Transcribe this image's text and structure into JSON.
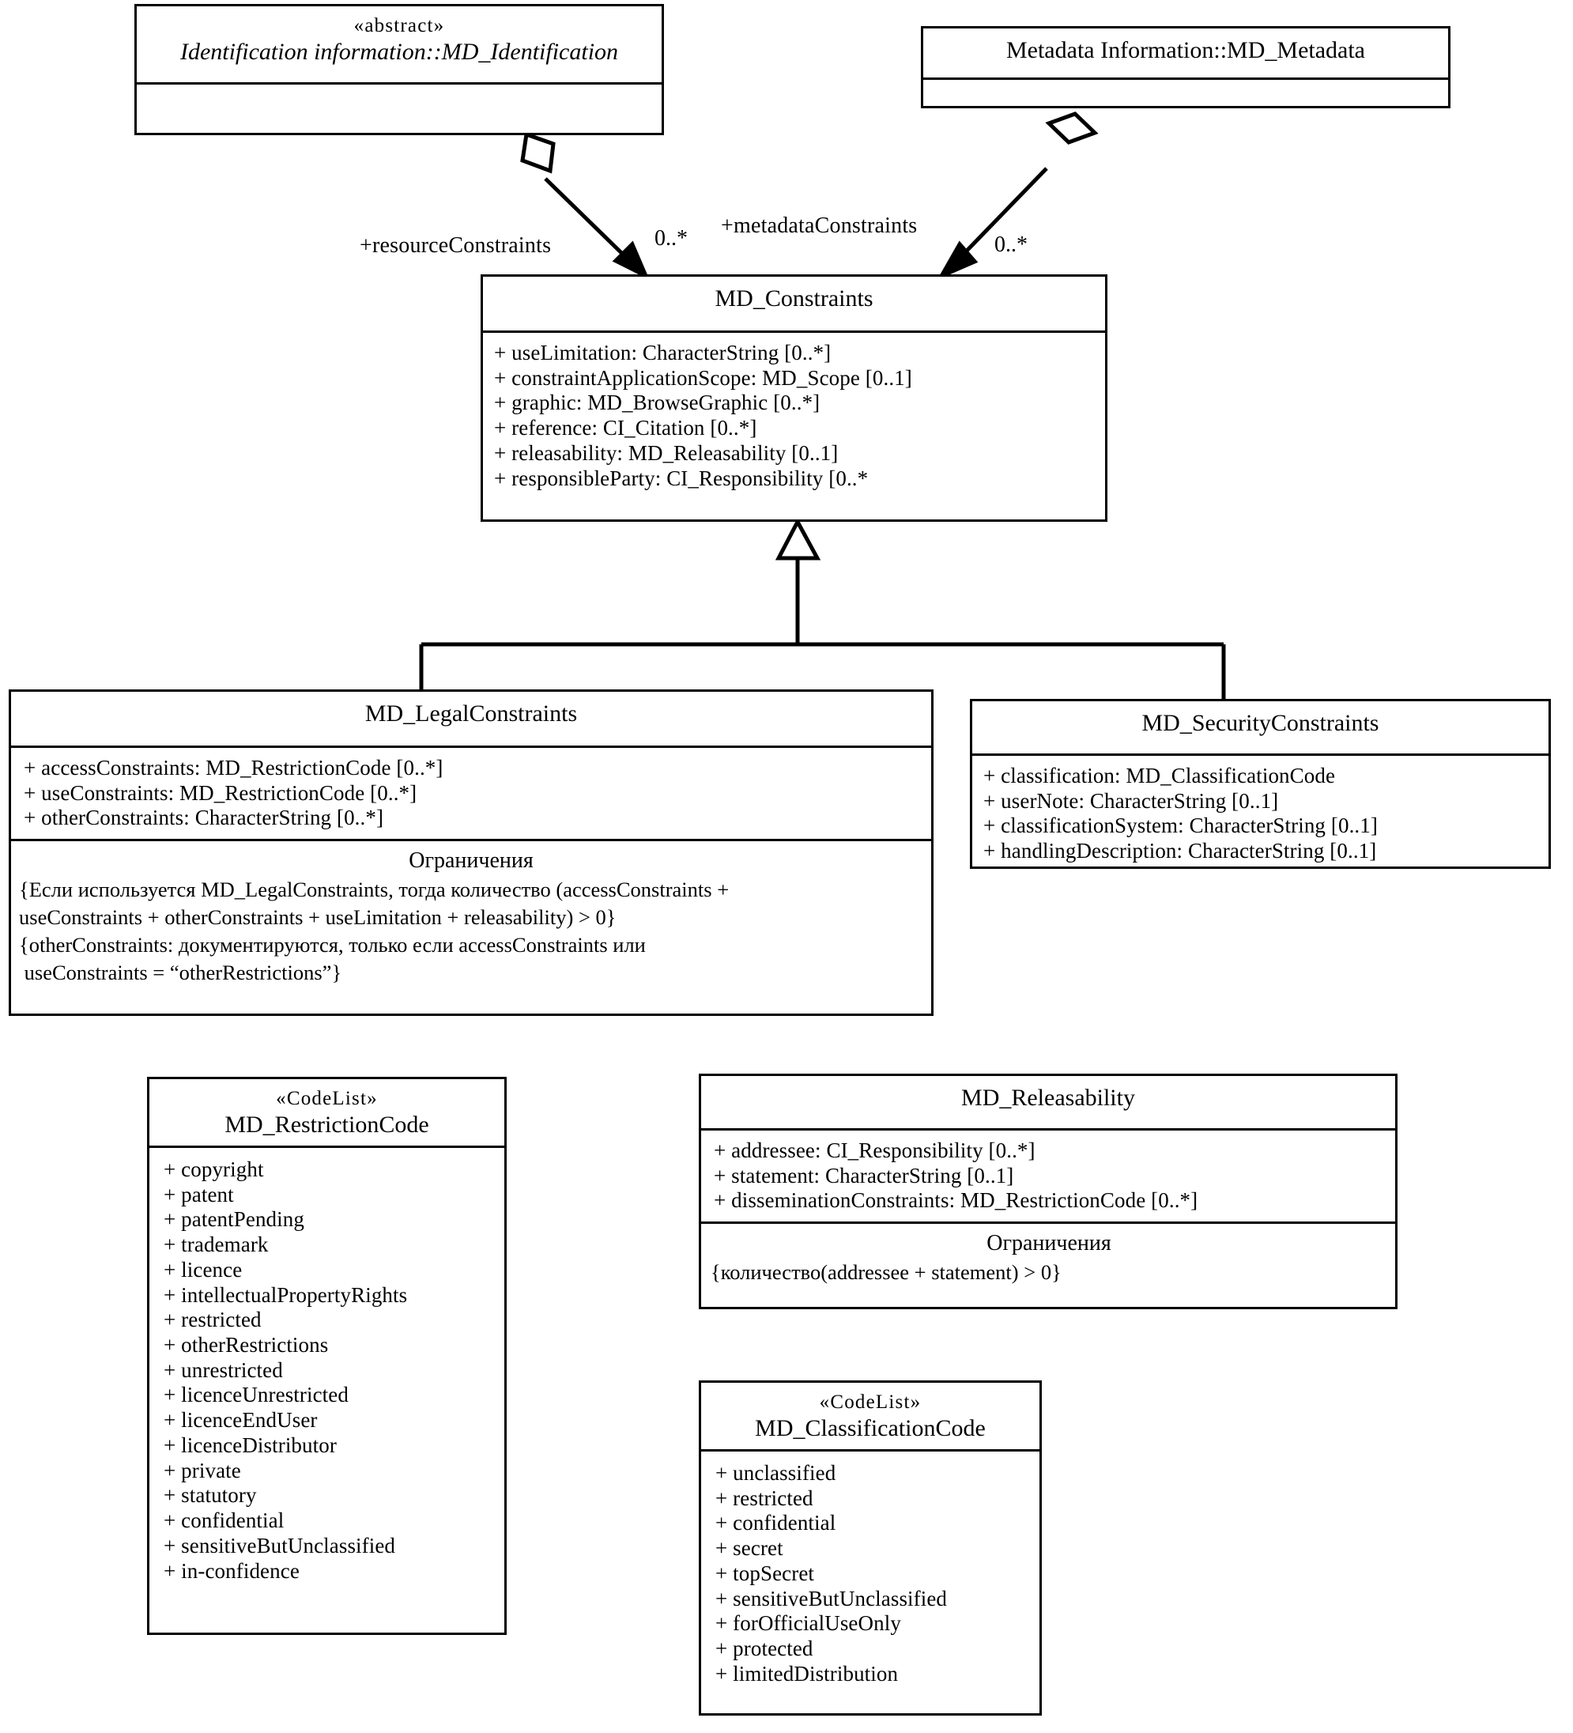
{
  "diagram": {
    "title": "MD_Constraints UML class diagram",
    "line_color": "#000000",
    "background": "#ffffff"
  },
  "classes": {
    "identification": {
      "stereotype": "«abstract»",
      "name": "Identification information::MD_Identification",
      "attributes": []
    },
    "metadata": {
      "stereotype": "",
      "name": "Metadata Information::MD_Metadata",
      "attributes": []
    },
    "constraints": {
      "name": "MD_Constraints",
      "attributes": [
        "+ useLimitation: CharacterString [0..*]",
        "+ constraintApplicationScope: MD_Scope [0..1]",
        "+ graphic: MD_BrowseGraphic [0..*]",
        "+ reference: CI_Citation [0..*]",
        "+ releasability: MD_Releasability [0..1]",
        "+ responsibleParty: CI_Responsibility [0..*"
      ]
    },
    "legal": {
      "name": "MD_LegalConstraints",
      "attributes": [
        "+ accessConstraints: MD_RestrictionCode [0..*]",
        "+ useConstraints: MD_RestrictionCode [0..*]",
        "+ otherConstraints: CharacterString [0..*]"
      ],
      "constraint_title": "Ограничения",
      "constraint_lines": [
        "{Если используется MD_LegalConstraints, тогда количество (accessConstraints +",
        "useConstraints + otherConstraints + useLimitation + releasability) > 0}",
        "{otherConstraints: документируются, только если accessConstraints или",
        " useConstraints = “otherRestrictions”}"
      ]
    },
    "security": {
      "name": "MD_SecurityConstraints",
      "attributes": [
        "+ classification: MD_ClassificationCode",
        "+ userNote: CharacterString [0..1]",
        "+ classificationSystem: CharacterString [0..1]",
        "+ handlingDescription: CharacterString [0..1]"
      ]
    },
    "restriction_code": {
      "stereotype": "«CodeList»",
      "name": "MD_RestrictionCode",
      "attributes": [
        "+ copyright",
        "+ patent",
        "+ patentPending",
        "+ trademark",
        "+ licence",
        "+ intellectualPropertyRights",
        "+ restricted",
        "+ otherRestrictions",
        "+ unrestricted",
        "+ licenceUnrestricted",
        "+ licenceEndUser",
        "+ licenceDistributor",
        "+ private",
        "+ statutory",
        "+ confidential",
        "+ sensitiveButUnclassified",
        "+ in-confidence"
      ]
    },
    "releasability": {
      "name": "MD_Releasability",
      "attributes": [
        "+ addressee: CI_Responsibility [0..*]",
        "+ statement: CharacterString [0..1]",
        "+ disseminationConstraints: MD_RestrictionCode [0..*]"
      ],
      "constraint_title": "Ограничения",
      "constraint_lines": [
        "{количество(addressee + statement) > 0}"
      ]
    },
    "classification_code": {
      "stereotype": "«CodeList»",
      "name": "MD_ClassificationCode",
      "attributes": [
        "+ unclassified",
        "+ restricted",
        "+ confidential",
        "+ secret",
        "+ topSecret",
        "+ sensitiveButUnclassified",
        "+ forOfficialUseOnly",
        "+ protected",
        "+ limitedDistribution"
      ]
    }
  },
  "associations": {
    "resource": {
      "role": "+resourceConstraints",
      "multiplicity": "0..*"
    },
    "metadata": {
      "role": "+metadataConstraints",
      "multiplicity": "0..*"
    }
  }
}
